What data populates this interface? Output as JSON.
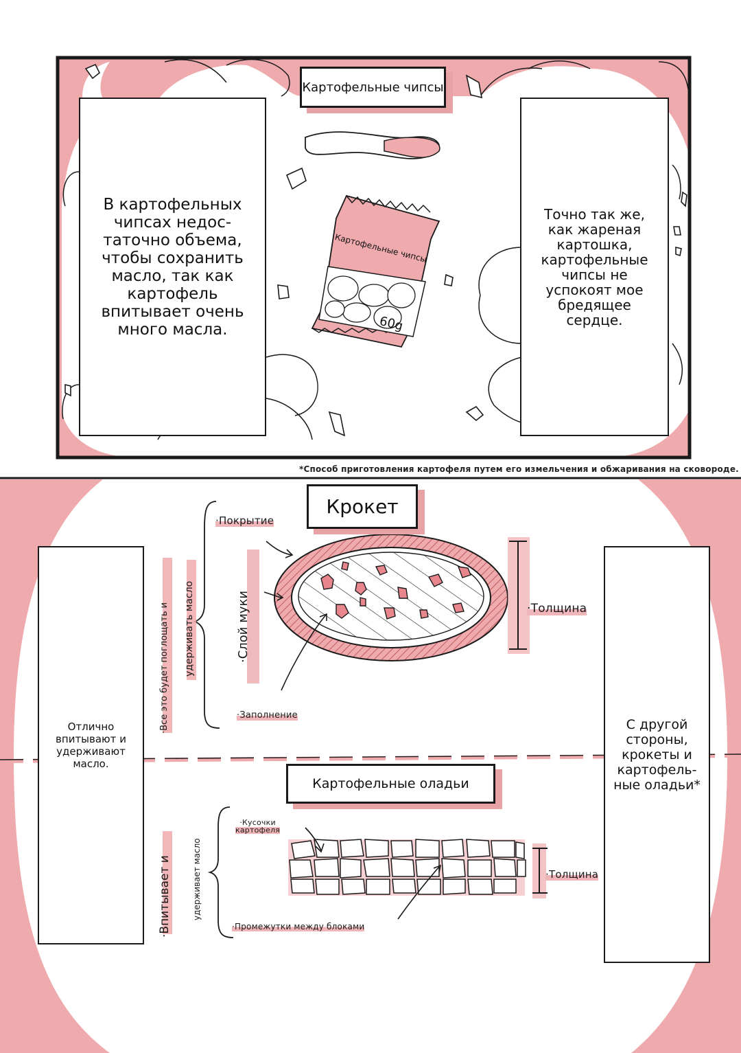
{
  "colors": {
    "pink": "#eeaaad",
    "pink_dark": "#e18f94",
    "ink": "#1a1a1a",
    "white": "#ffffff"
  },
  "panel_top": {
    "title": "Картофельные чипсы",
    "bag_label": "Картофельные чипсы",
    "bag_weight": "60g",
    "left_box": "В картофельных\nчипсах недос-\nтаточно объема,\nчтобы сохранить\nмасло, так как\nкартофель\nвпитывает очень\nмного масла.",
    "right_box": "Точно так же,\nкак жареная\nкартошка,\nкартофельные\nчипсы не\nуспокоят мое\nбредящее\nсердце."
  },
  "footnote": "*Способ приготовления картофеля путем его измельчения и обжаривания на сковороде.",
  "panel_bottom": {
    "croquette": {
      "title": "Крокет",
      "coating": "·Покрытие",
      "flour_layer": "·Слой муки",
      "filling": "·Заполнение",
      "thickness": "·Толщина",
      "vertical_note_1": "·Все это будет поглощать и",
      "vertical_note_2": "удерживать масло"
    },
    "hash_browns": {
      "title": "Картофельные оладьи",
      "pieces": "·Кусочки\nкартофеля",
      "gaps": "·Промежутки между блоками",
      "thickness": "·Толщина",
      "vertical_note_1": "·Впитывает и",
      "vertical_note_2": "удерживает масло"
    },
    "left_box": "Отлично\nвпитывают и\nудерживают\nмасло.",
    "right_box": "С другой\nстороны,\nкрокеты и\nкартофель-\nные оладьи*"
  }
}
